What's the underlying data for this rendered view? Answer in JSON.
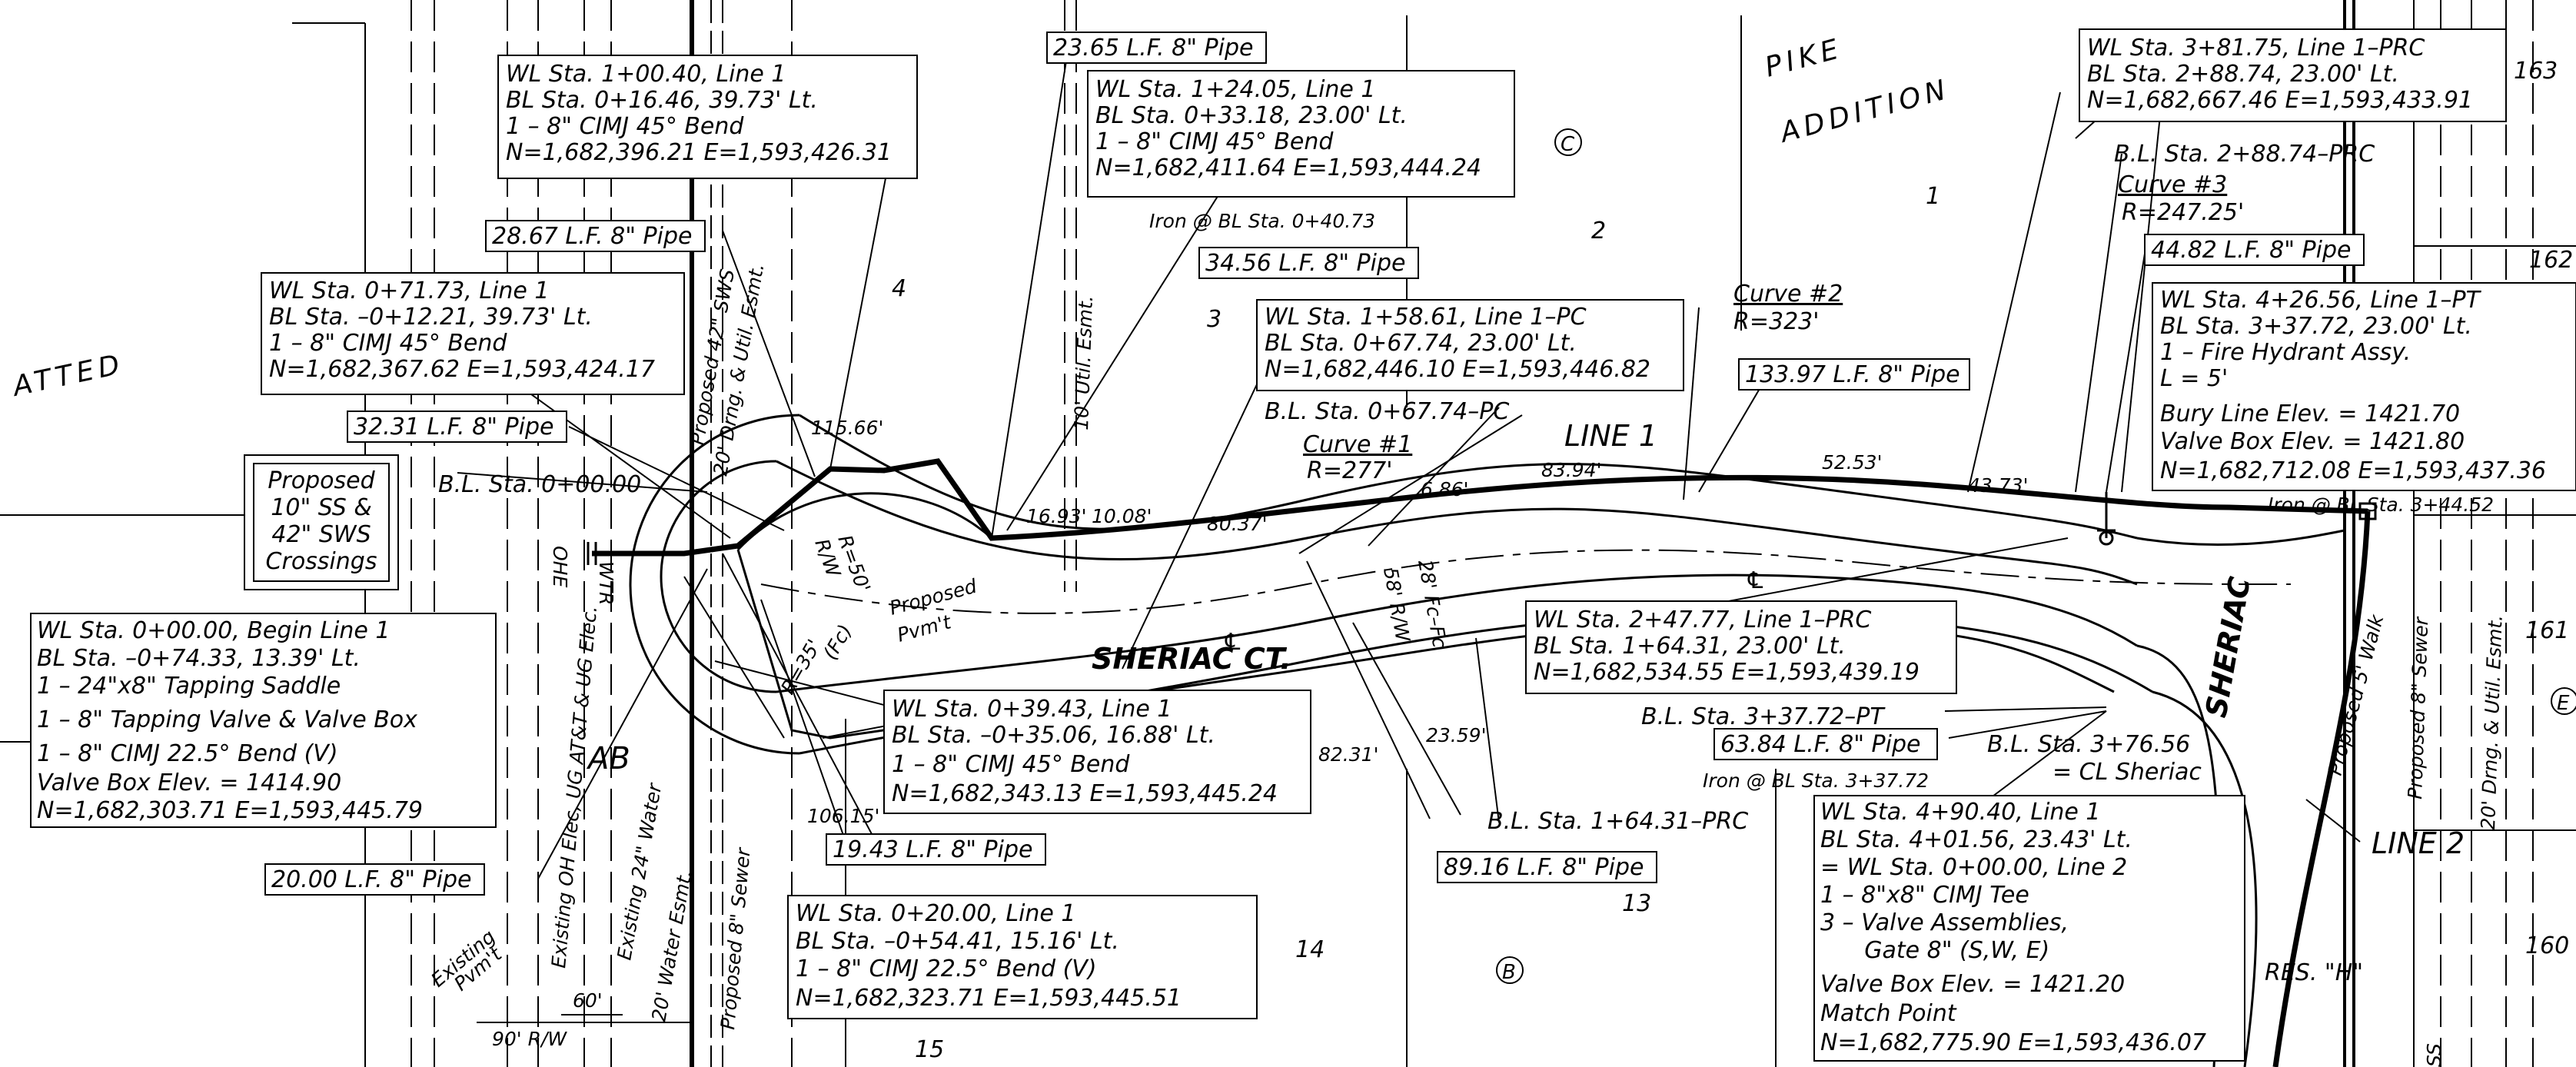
{
  "sheet": {
    "subdivision_words": [
      "PIKE",
      "ADDITION"
    ],
    "adjacent_plat_fragment": "ATTED",
    "street_name": "SHERIAC CT.",
    "street_name_vertical": "SHERIAC",
    "res_label": "RES. \"H\"",
    "line1_label": "LINE 1",
    "line2_label": "LINE 2",
    "centerline_mark": "℄"
  },
  "callouts": [
    {
      "id": "wl-1-00-40",
      "lines": [
        "WL Sta. 1+00.40, Line 1",
        "BL Sta. 0+16.46, 39.73' Lt.",
        "1 – 8\" CIMJ 45° Bend",
        "N=1,682,396.21 E=1,593,426.31"
      ]
    },
    {
      "id": "wl-1-24-05",
      "lines": [
        "WL Sta. 1+24.05, Line 1",
        "BL Sta. 0+33.18, 23.00' Lt.",
        "1 – 8\" CIMJ 45° Bend",
        "N=1,682,411.64 E=1,593,444.24"
      ]
    },
    {
      "id": "wl-0-71-73",
      "lines": [
        "WL Sta. 0+71.73, Line 1",
        "BL Sta. –0+12.21, 39.73' Lt.",
        "1 – 8\" CIMJ 45° Bend",
        "N=1,682,367.62 E=1,593,424.17"
      ]
    },
    {
      "id": "wl-1-58-61",
      "lines": [
        "WL Sta. 1+58.61, Line 1–PC",
        "BL Sta. 0+67.74, 23.00' Lt.",
        "N=1,682,446.10 E=1,593,446.82"
      ]
    },
    {
      "id": "wl-3-81-75",
      "lines": [
        "WL Sta. 3+81.75, Line 1–PRC",
        "BL Sta. 2+88.74, 23.00' Lt.",
        "N=1,682,667.46 E=1,593,433.91"
      ]
    },
    {
      "id": "wl-4-26-56",
      "lines": [
        "WL Sta. 4+26.56, Line 1–PT",
        "BL Sta. 3+37.72, 23.00' Lt.",
        "1 – Fire Hydrant Assy.",
        "L = 5'",
        "Bury Line Elev. = 1421.70",
        "Valve Box Elev. = 1421.80",
        "N=1,682,712.08 E=1,593,437.36"
      ]
    },
    {
      "id": "wl-0-00-00",
      "lines": [
        "WL Sta. 0+00.00, Begin Line 1",
        "BL Sta. –0+74.33, 13.39' Lt.",
        "1 – 24\"x8\" Tapping Saddle",
        "1 – 8\" Tapping Valve & Valve Box",
        "1 – 8\" CIMJ 22.5° Bend (V)",
        "Valve Box Elev. = 1414.90",
        "N=1,682,303.71 E=1,593,445.79"
      ]
    },
    {
      "id": "wl-2-47-77",
      "lines": [
        "WL Sta. 2+47.77, Line 1–PRC",
        "BL Sta. 1+64.31, 23.00' Lt.",
        "N=1,682,534.55 E=1,593,439.19"
      ]
    },
    {
      "id": "wl-0-39-43",
      "lines": [
        "WL Sta. 0+39.43, Line 1",
        "BL Sta. –0+35.06, 16.88' Lt.",
        "1 – 8\" CIMJ 45° Bend",
        "N=1,682,343.13 E=1,593,445.24"
      ]
    },
    {
      "id": "wl-4-90-40",
      "lines": [
        "WL Sta. 4+90.40, Line 1",
        "BL Sta. 4+01.56, 23.43' Lt.",
        "= WL Sta. 0+00.00, Line 2",
        "1 – 8\"x8\" CIMJ Tee",
        "3 – Valve Assemblies,",
        "      Gate 8\" (S,W, E)",
        "Valve Box Elev. = 1421.20",
        "Match Point",
        "N=1,682,775.90 E=1,593,436.07"
      ]
    },
    {
      "id": "wl-0-20-00",
      "lines": [
        "WL Sta. 0+20.00, Line 1",
        "BL Sta. –0+54.41, 15.16' Lt.",
        "1 – 8\" CIMJ 22.5° Bend (V)",
        "N=1,682,323.71 E=1,593,445.51"
      ]
    },
    {
      "id": "crossings",
      "lines": [
        "Proposed",
        "10\" SS &",
        "42\" SWS",
        "Crossings"
      ]
    }
  ],
  "pipes": {
    "p1": "23.65 L.F. 8\" Pipe",
    "p2": "28.67 L.F. 8\" Pipe",
    "p3": "34.56 L.F. 8\" Pipe",
    "p4": "32.31 L.F. 8\" Pipe",
    "p5": "133.97 L.F. 8\" Pipe",
    "p6": "44.82 L.F. 8\" Pipe",
    "p7": "63.84 L.F. 8\" Pipe",
    "p8": "19.43 L.F. 8\" Pipe",
    "p9": "89.16 L.F. 8\" Pipe",
    "p10": "20.00 L.F. 8\" Pipe"
  },
  "baseline_labels": {
    "bl0": "B.L. Sta. 0+00.00",
    "bl067": "B.L. Sta. 0+67.74–PC",
    "bl288": "B.L. Sta. 2+88.74–PRC",
    "bl337": "B.L. Sta. 3+37.72–PT",
    "bl164": "B.L. Sta. 1+64.31–PRC",
    "bl376": "B.L. Sta. 3+76.56",
    "cl_sheriac": "= CL Sheriac",
    "iron1": "Iron @ BL Sta. 0+40.73",
    "iron2": "Iron @ BL Sta. 3+37.72",
    "iron3": "Iron @ BL Sta. 3+44.52"
  },
  "curves": {
    "c1_name": "Curve #1",
    "c1_r": "R=277'",
    "c2_name": "Curve #2",
    "c2_r": "R=323'",
    "c3_name": "Curve #3",
    "c3_r": "R=247.25'"
  },
  "dims": [
    "115.66'",
    "R=50'",
    "R/W",
    "R=35'",
    "(Fc)",
    "16.93'",
    "10.08'",
    "80.37'",
    "6.86'",
    "83.94'",
    "52.53'",
    "43.73'",
    "82.31'",
    "23.59'",
    "106.15'",
    "58' R/W",
    "28' Fc–Fc",
    "Proposed",
    "Pvm't",
    "60'",
    "90' R/W",
    "Existing",
    "Pvm't"
  ],
  "lots": [
    "163",
    "162",
    "161",
    "160",
    "1",
    "2",
    "3",
    "4",
    "13",
    "14",
    "15"
  ],
  "block_letters": [
    "C",
    "B",
    "E"
  ],
  "easements": {
    "util_esmt": "10' Util. Esmt.",
    "drng_util": "20' Drng. & Util. Esmt.",
    "proposed_sws": "Proposed 42\" SWS",
    "proposed_ss": "Proposed 8\" Sewer",
    "right_sewer": "Proposed 8\" Sewer",
    "right_drng": "20' Drng. & Util. Esmt.",
    "walk": "Proposed 5' Walk",
    "existing_water": "Existing 24\" Water",
    "water_esmt": "20' Water Esmt.",
    "oh_elec": "Existing OH Elec, UG AT&T & UG Elec.",
    "ab": "AB",
    "wtr": "WTR",
    "ohe": "OHE",
    "ss": "SS"
  }
}
